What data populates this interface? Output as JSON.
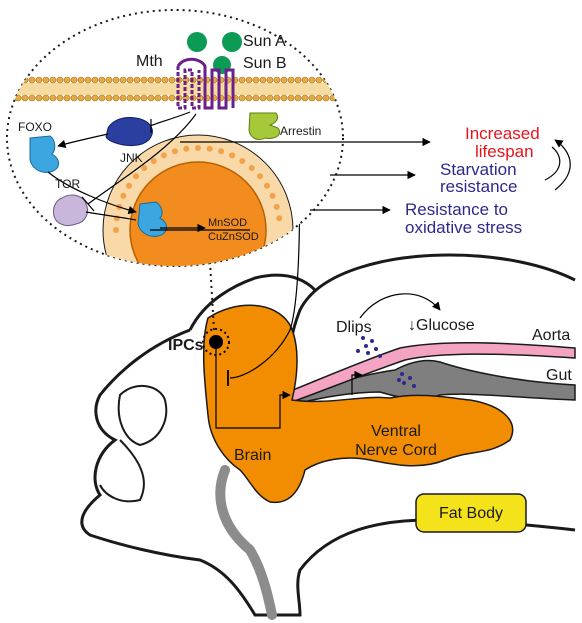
{
  "ligands": {
    "sun_a": "Sun A",
    "sun_b": "Sun B"
  },
  "receptor": "Mth",
  "proteins": {
    "foxo": "FOXO",
    "jnk": "JNK",
    "tor": "TOR",
    "arrestin": "Arrestin",
    "mnsod": "MnSOD",
    "cuznsod": "CuZnSOD"
  },
  "outcomes": {
    "lifespan_line1": "Increased",
    "lifespan_line2": "lifespan",
    "starvation_line1": "Starvation",
    "starvation_line2": "resistance",
    "oxidative_line1": "Resistance to",
    "oxidative_line2": "oxidative stress"
  },
  "anatomy": {
    "ipcs": "IPCs",
    "dilps": "Dlips",
    "glucose": "↓Glucose",
    "aorta": "Aorta",
    "gut": "Gut",
    "brain": "Brain",
    "vnc_line1": "Ventral",
    "vnc_line2": "Nerve Cord",
    "fat_body": "Fat Body"
  },
  "colors": {
    "lifespan_text": "#e8141c",
    "outcome_text": "#2b2a8c",
    "ligand_green": "#0c9b54",
    "receptor_purple": "#6a1f8a",
    "membrane_gold": "#e6a94a",
    "arrestin_green": "#a6c93a",
    "jnk_blue": "#2a3fa0",
    "foxo_blue": "#3ba6e0",
    "tor_lilac": "#c9b6db",
    "nucleus_orange": "#f28c1e",
    "cytoplasm_peach": "#f9d9a8",
    "brain_orange": "#f28c00",
    "aorta_pink": "#f4a3c3",
    "gut_gray": "#7f7f7f",
    "fat_body_yellow": "#f4e31a",
    "dots_navy": "#2b2a8c"
  }
}
